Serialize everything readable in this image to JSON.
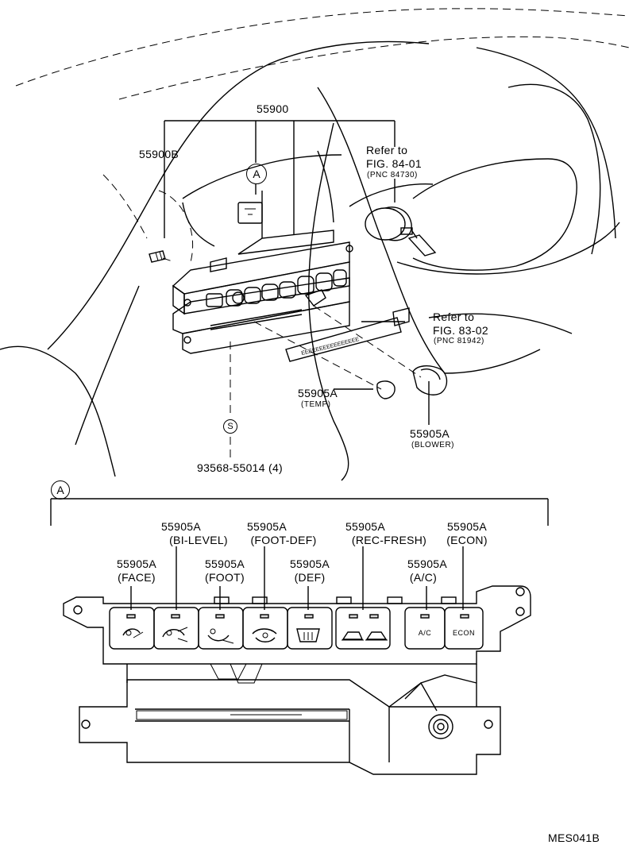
{
  "figure_code": "MES041B",
  "view_marker": "A",
  "screw_marker": "S",
  "upper": {
    "assembly": "55900",
    "bracket": "55900B",
    "refer_blower_line1": "Refer to",
    "refer_blower_line2": "FIG. 84-01",
    "refer_blower_pnc": "(PNC 84730)",
    "refer_cable_line1": "Refer to",
    "refer_cable_line2": "FIG. 83-02",
    "refer_cable_pnc": "(PNC 81942)",
    "knob_temp_part": "55905A",
    "knob_temp_note": "(TEMP)",
    "knob_blower_part": "55905A",
    "knob_blower_note": "(BLOWER)",
    "screw_part": "93568-55014 (4)"
  },
  "detail": {
    "buttons": [
      {
        "part": "55905A",
        "note": "(FACE)",
        "icon": "face-vent-icon"
      },
      {
        "part": "55905A",
        "note": "(BI-LEVEL)",
        "icon": "bi-level-icon"
      },
      {
        "part": "55905A",
        "note": "(FOOT)",
        "icon": "foot-vent-icon"
      },
      {
        "part": "55905A",
        "note": "(FOOT-DEF)",
        "icon": "foot-def-icon"
      },
      {
        "part": "55905A",
        "note": "(DEF)",
        "icon": "defroster-icon"
      },
      {
        "part": "55905A",
        "note": "(REC-FRESH)",
        "icon": "rec-fresh-icon"
      },
      {
        "part": "55905A",
        "note": "(A/C)",
        "icon_text": "A/C"
      },
      {
        "part": "55905A",
        "note": "(ECON)",
        "icon_text": "ECON"
      }
    ]
  }
}
